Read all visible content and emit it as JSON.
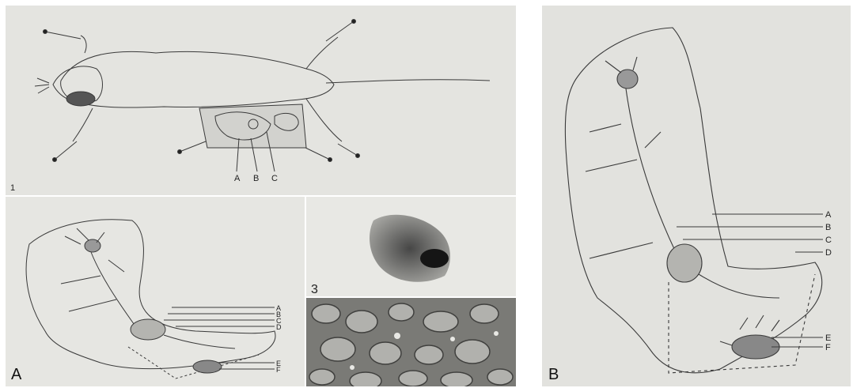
{
  "figure": {
    "panels": [
      {
        "id": "A",
        "label": "A"
      },
      {
        "id": "B",
        "label": "B"
      }
    ],
    "plate_numbers": {
      "top": "1",
      "photo": "3"
    },
    "top_drawing_labels": [
      "A",
      "B",
      "C"
    ],
    "bottom_left_labels": [
      "A",
      "B",
      "C",
      "D",
      "E",
      "F"
    ],
    "panel_b_labels": [
      "A",
      "B",
      "C",
      "D",
      "E",
      "F"
    ]
  }
}
